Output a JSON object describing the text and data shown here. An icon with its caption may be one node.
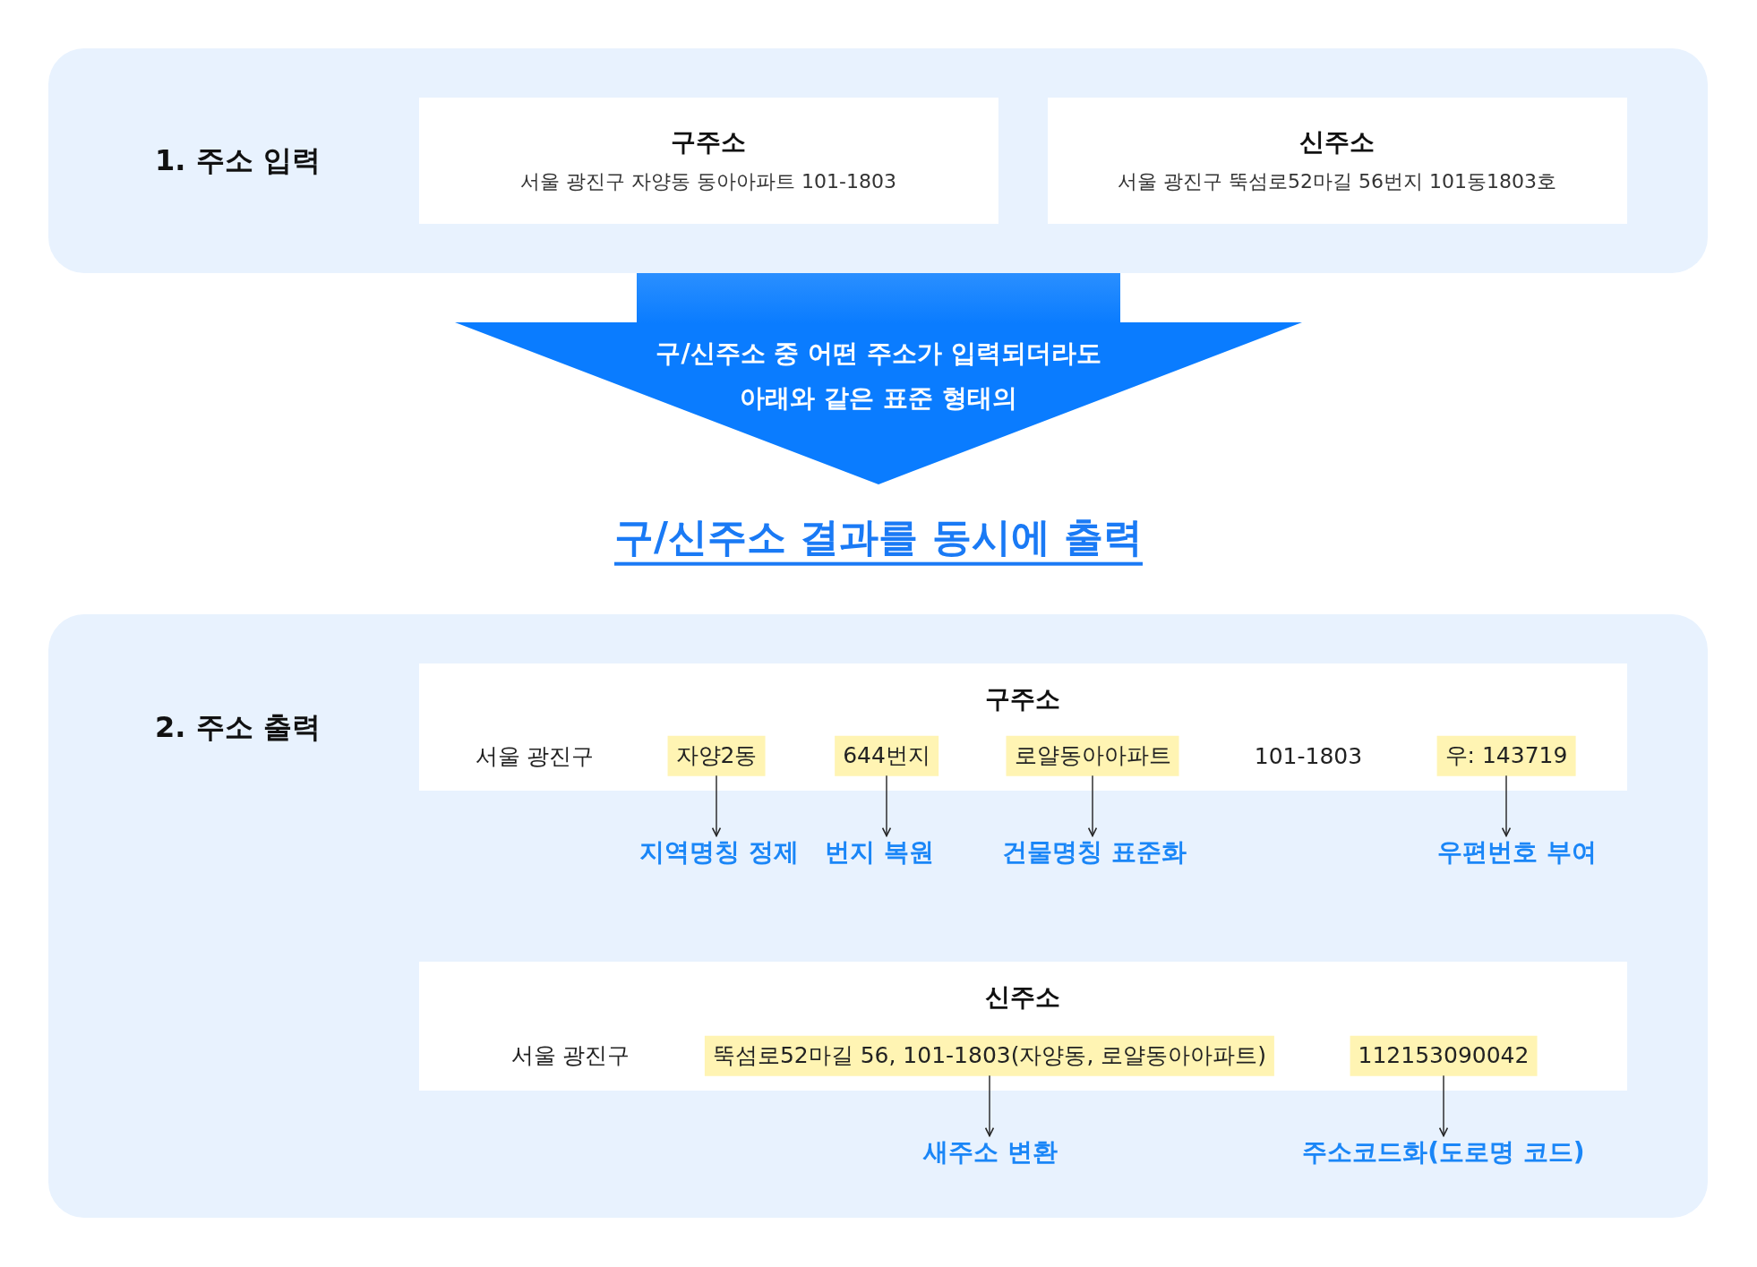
{
  "diagram": {
    "nodes": [
      {
        "text": [
          "1. 주소 입력"
        ]
      },
      {
        "text": [
          "구주소",
          "서울 광진구 자양동 동아아파트 101-1803"
        ],
        "in": 0
      },
      {
        "text": [
          "신주소",
          "서울 광진구 뚝섬로52마길 56번지 101동1803호"
        ],
        "in": 0
      },
      {
        "text": [
          "구/신주소 중 어떤 주소가 입력되더라도 아래와 같은 표준 형태의"
        ],
        "beside": [
          "구/신주소 결과를 동시에 출력"
        ]
      },
      {
        "text": [
          "2. 주소 출력"
        ]
      },
      {
        "text": [
          "구주소",
          "서울 광진구",
          "101-1803"
        ],
        "in": 4
      },
      {
        "text": [
          "자양2동"
        ],
        "in": 5
      },
      {
        "text": [
          "644번지"
        ],
        "in": 5
      },
      {
        "text": [
          "로얄동아아파트"
        ],
        "in": 5
      },
      {
        "text": [
          "우: 143719"
        ],
        "in": 5
      },
      {
        "text": [
          "지역명칭 정제"
        ],
        "in": 4
      },
      {
        "text": [
          "번지 복원"
        ],
        "in": 4
      },
      {
        "text": [
          "건물명칭 표준화"
        ],
        "in": 4
      },
      {
        "text": [
          "우편번호 부여"
        ],
        "in": 4
      },
      {
        "text": [
          "신주소",
          "서울 광진구"
        ],
        "in": 4
      },
      {
        "text": [
          "뚝섬로52마길 56, 101-1803(자양동, 로얄동아아파트)"
        ],
        "in": 14
      },
      {
        "text": [
          "112153090042"
        ],
        "in": 14
      },
      {
        "text": [
          "새주소 변환"
        ],
        "in": 4
      },
      {
        "text": [
          "주소코드화(도로명 코드)"
        ],
        "in": 4
      }
    ],
    "edges": [
      {
        "from": 6,
        "to": 10,
        "arrow": "to"
      },
      {
        "from": 7,
        "to": 11,
        "arrow": "to"
      },
      {
        "from": 8,
        "to": 12,
        "arrow": "to"
      },
      {
        "from": 9,
        "to": 13,
        "arrow": "to"
      },
      {
        "from": 15,
        "to": 17,
        "arrow": "to"
      },
      {
        "from": 16,
        "to": 18,
        "arrow": "to"
      }
    ]
  }
}
